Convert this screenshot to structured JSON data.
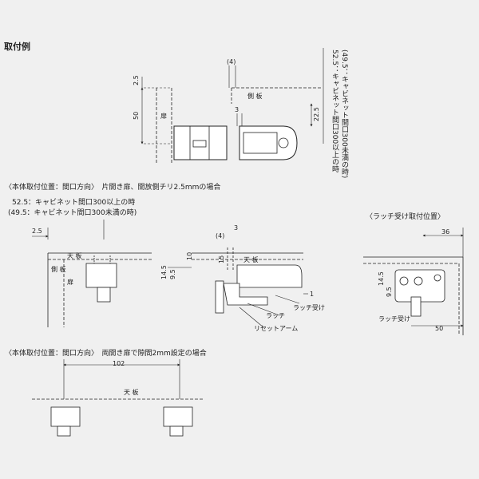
{
  "title": "取付例",
  "side_labels": {
    "sokuban": "側 板",
    "tobira": "扉",
    "tenban": "天 板"
  },
  "top_view": {
    "dims": {
      "d4": "(4)",
      "d25": "2.5",
      "d50": "50",
      "d3": "3",
      "d225": "22.5"
    },
    "vertical_note_1": "52.5：キャビネット間口300以上の時",
    "vertical_note_2": "(49.5：キャビネット間口300未満の時)"
  },
  "middle_left": {
    "caption_1": "〈本体取付位置：間口方向〉　片開き扉、開放側チリ2.5mmの場合",
    "caption_2": "52.5：キャビネット間口300以上の時",
    "caption_3": "(49.5：キャビネット間口300未満の時)",
    "dim_25": "2.5"
  },
  "middle_center": {
    "dims": {
      "d4": "(4)",
      "d3": "3",
      "d15": "15",
      "d10": "10",
      "d145": "14.5",
      "d95": "9.5",
      "d1": "1"
    },
    "labels": {
      "latch_uke": "ラッチ受け",
      "latch": "ラッチ",
      "reset_arm": "リセットアーム"
    }
  },
  "middle_right": {
    "caption": "〈ラッチ受け取付位置〉",
    "dims": {
      "d36": "36",
      "d145": "14.5",
      "d95": "9.5",
      "d50": "50"
    },
    "label": "ラッチ受け"
  },
  "bottom": {
    "caption": "〈本体取付位置：間口方向〉　両開き扉で隙間2mm設定の場合",
    "dim_102": "102"
  }
}
